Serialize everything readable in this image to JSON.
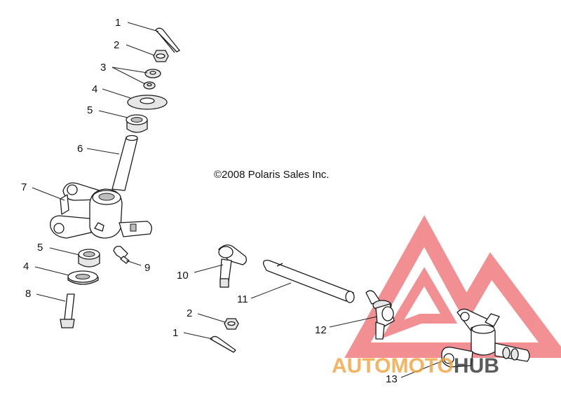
{
  "copyright": "©2008 Polaris Sales Inc.",
  "watermark": {
    "part1": "AUTOMOTO",
    "part2": "HUB",
    "color_red": "#e8353a",
    "color_orange": "#f2a23a",
    "color_dark": "#333333"
  },
  "callouts": [
    {
      "id": "c1a",
      "label": "1"
    },
    {
      "id": "c2a",
      "label": "2"
    },
    {
      "id": "c3",
      "label": "3"
    },
    {
      "id": "c4a",
      "label": "4"
    },
    {
      "id": "c5a",
      "label": "5"
    },
    {
      "id": "c6",
      "label": "6"
    },
    {
      "id": "c7",
      "label": "7"
    },
    {
      "id": "c5b",
      "label": "5"
    },
    {
      "id": "c4b",
      "label": "4"
    },
    {
      "id": "c8",
      "label": "8"
    },
    {
      "id": "c9",
      "label": "9"
    },
    {
      "id": "c10",
      "label": "10"
    },
    {
      "id": "c11",
      "label": "11"
    },
    {
      "id": "c2b",
      "label": "2"
    },
    {
      "id": "c1b",
      "label": "1"
    },
    {
      "id": "c12",
      "label": "12"
    },
    {
      "id": "c13",
      "label": "13"
    }
  ]
}
